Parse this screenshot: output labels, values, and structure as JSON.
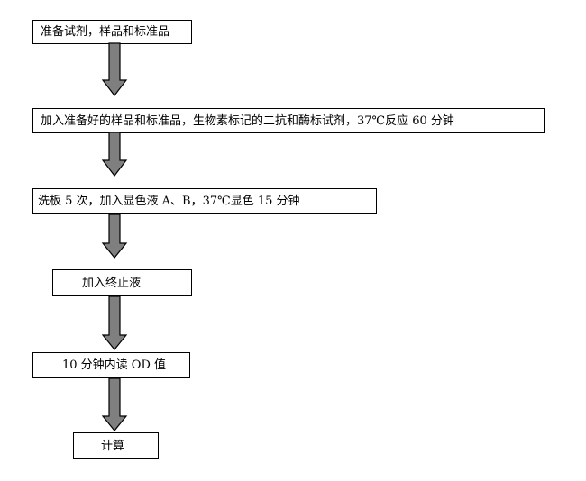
{
  "flowchart": {
    "steps": [
      "准备试剂，样品和标准品",
      "加入准备好的样品和标准品，生物素标记的二抗和酶标试剂，37℃反应 60 分钟",
      "洗板 5 次，加入显色液 A、B，37℃显色 15 分钟",
      "加入终止液",
      "10 分钟内读 OD 值",
      "计算"
    ],
    "colors": {
      "box_border": "#000000",
      "arrow_fill": "#7f7f7f",
      "arrow_stroke": "#000000",
      "background": "#ffffff"
    }
  }
}
